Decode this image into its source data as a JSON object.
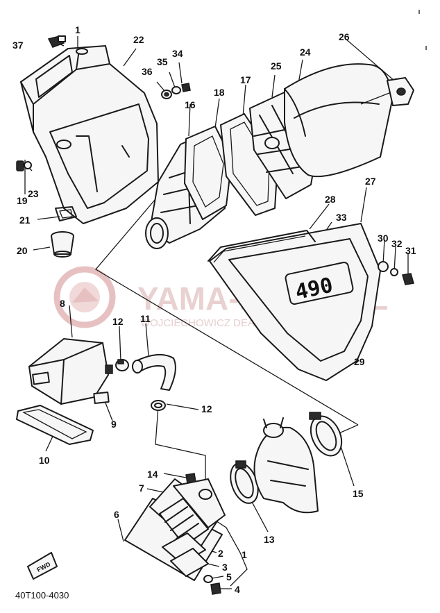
{
  "diagram": {
    "callouts": [
      {
        "id": "c37",
        "text": "37"
      },
      {
        "id": "c1a",
        "text": "1"
      },
      {
        "id": "c22",
        "text": "22"
      },
      {
        "id": "c36",
        "text": "36"
      },
      {
        "id": "c35",
        "text": "35"
      },
      {
        "id": "c34",
        "text": "34"
      },
      {
        "id": "c18",
        "text": "18"
      },
      {
        "id": "c17",
        "text": "17"
      },
      {
        "id": "c16",
        "text": "16"
      },
      {
        "id": "c25",
        "text": "25"
      },
      {
        "id": "c24",
        "text": "24"
      },
      {
        "id": "c26",
        "text": "26"
      },
      {
        "id": "c23",
        "text": "23"
      },
      {
        "id": "c19",
        "text": "19"
      },
      {
        "id": "c21",
        "text": "21"
      },
      {
        "id": "c20",
        "text": "20"
      },
      {
        "id": "c27",
        "text": "27"
      },
      {
        "id": "c28",
        "text": "28"
      },
      {
        "id": "c33",
        "text": "33"
      },
      {
        "id": "c30",
        "text": "30"
      },
      {
        "id": "c32",
        "text": "32"
      },
      {
        "id": "c31",
        "text": "31"
      },
      {
        "id": "c29",
        "text": "29"
      },
      {
        "id": "c8",
        "text": "8"
      },
      {
        "id": "c12a",
        "text": "12"
      },
      {
        "id": "c11",
        "text": "11"
      },
      {
        "id": "c9",
        "text": "9"
      },
      {
        "id": "c10",
        "text": "10"
      },
      {
        "id": "c12b",
        "text": "12"
      },
      {
        "id": "c14",
        "text": "14"
      },
      {
        "id": "c7",
        "text": "7"
      },
      {
        "id": "c6",
        "text": "6"
      },
      {
        "id": "c13",
        "text": "13"
      },
      {
        "id": "c15",
        "text": "15"
      },
      {
        "id": "c2",
        "text": "2"
      },
      {
        "id": "c1b",
        "text": "1"
      },
      {
        "id": "c3",
        "text": "3"
      },
      {
        "id": "c5",
        "text": "5"
      },
      {
        "id": "c4",
        "text": "4"
      }
    ],
    "side_cover_badge": "490",
    "fwd_mark": "FWD",
    "drawing_code": "40T100-4030"
  },
  "watermark": {
    "title": "YAMA-BIKER.PL",
    "subtitle": "WOJCIECHOWICZ DEALER YAMAHA",
    "accent_color": "#d9a0a0"
  }
}
